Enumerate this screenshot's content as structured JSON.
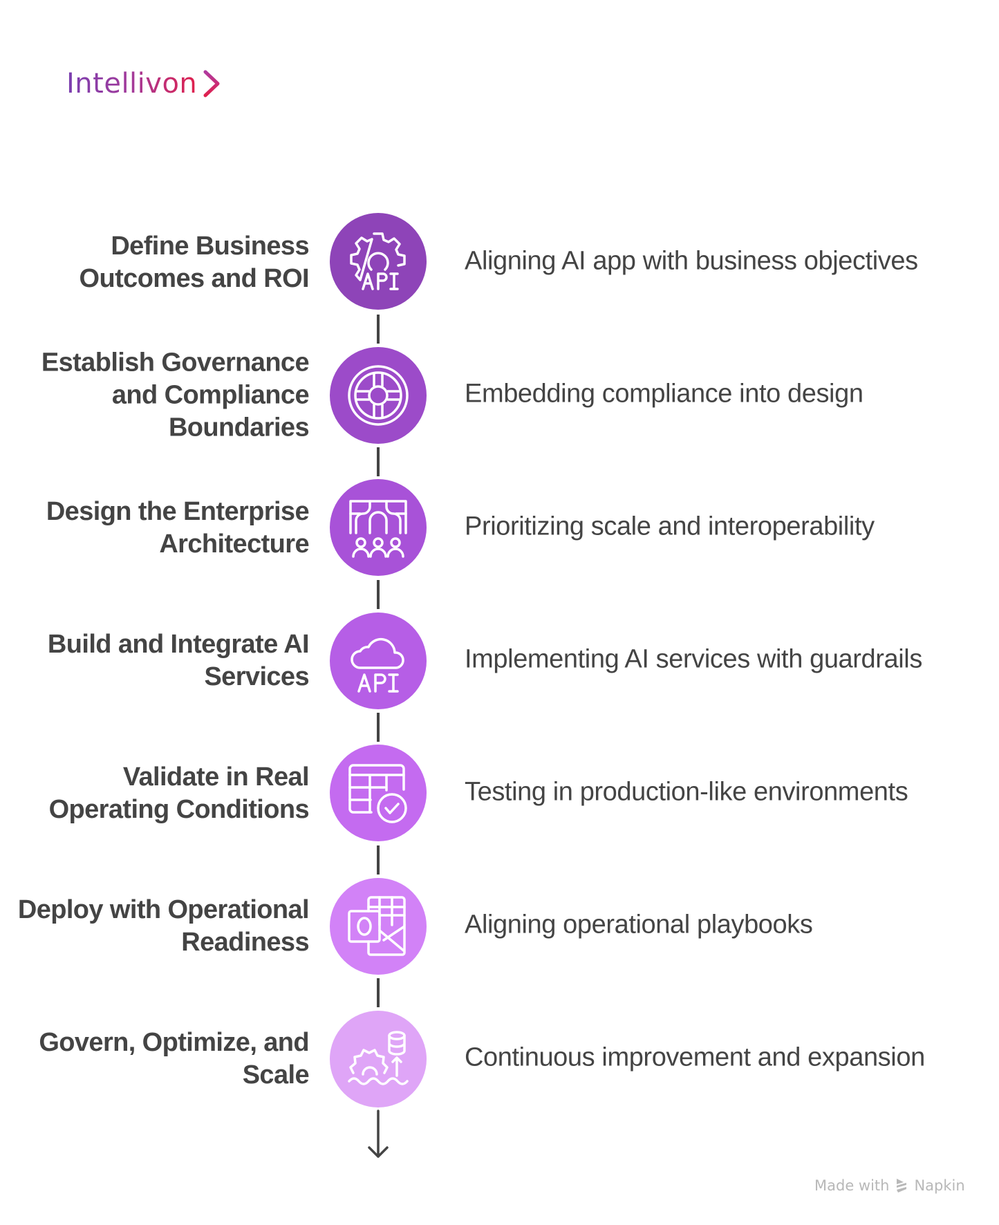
{
  "brand": {
    "logo_text": "Intellivon",
    "logo_icon": "chevron-right-icon",
    "gradient_start": "#7a3fb0",
    "gradient_end": "#e0204c"
  },
  "timeline": {
    "line_color": "#444444",
    "end_icon": "arrow-down-icon",
    "steps": [
      {
        "title": "Define Business Outcomes and ROI",
        "description": "Aligning AI app with business objectives",
        "icon": "gear-api-icon",
        "color": "#8e44b8"
      },
      {
        "title": "Establish Governance and Compliance Boundaries",
        "description": "Embedding compliance into design",
        "icon": "shield-target-icon",
        "color": "#9c4bc9"
      },
      {
        "title": "Design the Enterprise Architecture",
        "description": "Prioritizing scale and interoperability",
        "icon": "architecture-people-icon",
        "color": "#a852d8"
      },
      {
        "title": "Build and Integrate AI Services",
        "description": "Implementing AI services with guardrails",
        "icon": "cloud-api-icon",
        "color": "#b65ee6"
      },
      {
        "title": "Validate in Real Operating Conditions",
        "description": "Testing in production-like environments",
        "icon": "table-check-icon",
        "color": "#c46bf0"
      },
      {
        "title": "Deploy with Operational Readiness",
        "description": "Aligning operational playbooks",
        "icon": "outlook-table-icon",
        "color": "#d282f7"
      },
      {
        "title": "Govern, Optimize, and Scale",
        "description": "Continuous improvement and expansion",
        "icon": "gear-database-icon",
        "color": "#dfa5f7"
      }
    ]
  },
  "footer": {
    "made_with": "Made with",
    "brand": "Napkin",
    "icon": "napkin-logo-icon"
  }
}
